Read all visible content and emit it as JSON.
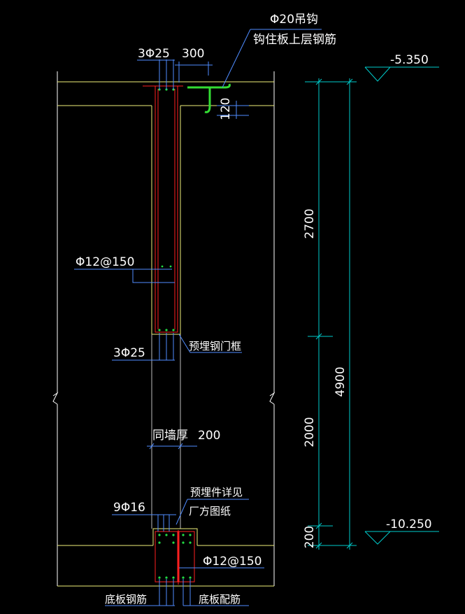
{
  "colors": {
    "background": "#000000",
    "outline": "#ffffff",
    "structure": "#f0f07a",
    "rebar": "#ff2020",
    "rebar_dots": "#22dd44",
    "hook": "#33dd33",
    "annotation": "#4f8cff",
    "dimension": "#00cccc",
    "text": "#ffffff"
  },
  "labels": {
    "hook_spec": "Φ20吊钩",
    "hook_note": "钩住板上层钢筋",
    "top_bars": "3Φ25",
    "top_offset": "300",
    "slab_offset": "120",
    "stirrup_upper": "Φ12@150",
    "bottom_bars": "3Φ25",
    "door_frame": "预埋钢门框",
    "wall_thickness": "同墙厚",
    "wall_dim": "200",
    "embed_note_1": "预埋件详见",
    "embed_note_2": "厂方图纸",
    "base_bars": "9Φ16",
    "stirrup_lower": "Φ12@150",
    "slab_bars": "底板钢筋",
    "slab_dist_bars": "底板配筋"
  },
  "elevations": {
    "top": "-5.350",
    "bottom": "-10.250"
  },
  "dimensions": {
    "upper": "2700",
    "middle": "2000",
    "lower": "200",
    "total": "4900"
  }
}
